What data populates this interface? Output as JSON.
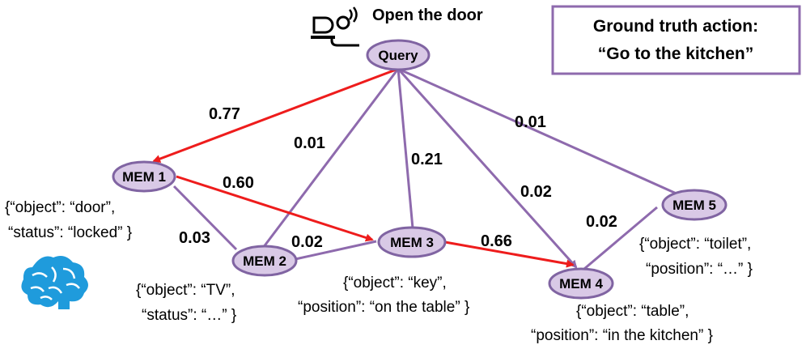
{
  "query": {
    "label": "Query",
    "text": "Open the door"
  },
  "ground_truth": {
    "line1": "Ground truth action:",
    "line2": "“Go to the kitchen”"
  },
  "nodes": [
    {
      "id": "query",
      "label": "Query"
    },
    {
      "id": "mem1",
      "label": "MEM 1"
    },
    {
      "id": "mem2",
      "label": "MEM 2"
    },
    {
      "id": "mem3",
      "label": "MEM 3"
    },
    {
      "id": "mem4",
      "label": "MEM 4"
    },
    {
      "id": "mem5",
      "label": "MEM 5"
    }
  ],
  "edges": [
    {
      "from": "query",
      "to": "mem1",
      "weight": "0.77",
      "highlight": true
    },
    {
      "from": "query",
      "to": "mem2",
      "weight": "0.01",
      "highlight": false
    },
    {
      "from": "query",
      "to": "mem3",
      "weight": "0.21",
      "highlight": false
    },
    {
      "from": "query",
      "to": "mem4",
      "weight": "0.02",
      "highlight": false
    },
    {
      "from": "query",
      "to": "mem5",
      "weight": "0.01",
      "highlight": false
    },
    {
      "from": "mem1",
      "to": "mem3",
      "weight": "0.60",
      "highlight": true
    },
    {
      "from": "mem1",
      "to": "mem2",
      "weight": "0.03",
      "highlight": false
    },
    {
      "from": "mem2",
      "to": "mem3",
      "weight": "0.02",
      "highlight": false
    },
    {
      "from": "mem3",
      "to": "mem4",
      "weight": "0.66",
      "highlight": true
    },
    {
      "from": "mem4",
      "to": "mem5",
      "weight": "0.02",
      "highlight": false
    }
  ],
  "memories": {
    "mem1": {
      "line1": "{“object”: “door”,",
      "line2": "“status”: “locked” }"
    },
    "mem2": {
      "line1": "{“object”: “TV”,",
      "line2": "“status”: “…” }"
    },
    "mem3": {
      "line1": "{“object”: “key”,",
      "line2": "“position”: “on the table” }"
    },
    "mem4": {
      "line1": "{“object”: “table”,",
      "line2": "“position”: “in the kitchen” }"
    },
    "mem5": {
      "line1": "{“object”: “toilet”,",
      "line2": "“position”: “…” }"
    }
  },
  "icons": {
    "speaker": "speaking-person-icon",
    "brain": "brain-icon"
  },
  "colors": {
    "node_fill": "#d9c9e6",
    "node_stroke": "#8064a2",
    "edge": "#8e6aad",
    "highlight": "#ee1c1c",
    "brain": "#1f9bdc"
  }
}
